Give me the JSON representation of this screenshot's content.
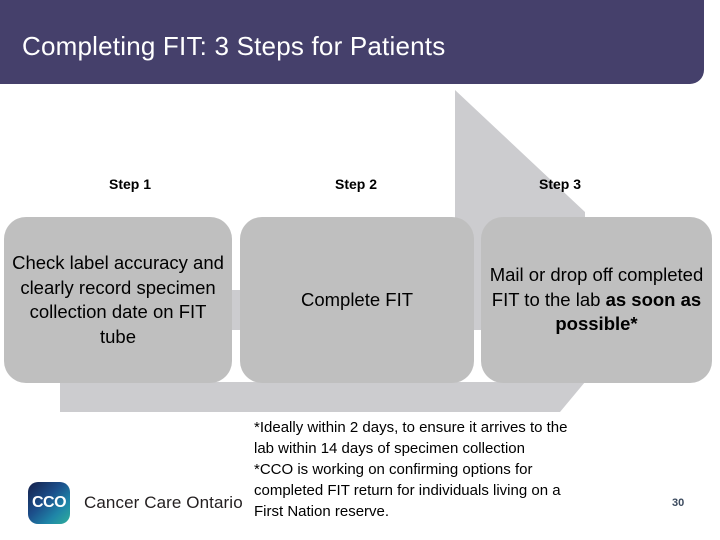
{
  "slide": {
    "title": "Completing FIT: 3 Steps for Patients",
    "title_bar_color": "#45406b",
    "arrow_color": "#cccccf",
    "box_color": "#bfbfbf",
    "page_number": "30"
  },
  "steps": [
    {
      "label": "Step 1",
      "text": "Check label accuracy and clearly record specimen collection date on FIT tube",
      "bold_text": ""
    },
    {
      "label": "Step 2",
      "text": "Complete FIT",
      "bold_text": ""
    },
    {
      "label": "Step 3",
      "text": "Mail or drop off completed FIT to the lab ",
      "bold_text": "as soon as possible*"
    }
  ],
  "footnote": {
    "line1": "*Ideally within 2 days, to ensure it arrives to the",
    "line2": "lab within 14 days of specimen collection",
    "line3": "*CCO is working on confirming options for",
    "line4": "completed FIT return for individuals living on a",
    "line5": "First Nation reserve."
  },
  "logo": {
    "mark_text": "CCO",
    "wordmark": "Cancer Care Ontario"
  }
}
